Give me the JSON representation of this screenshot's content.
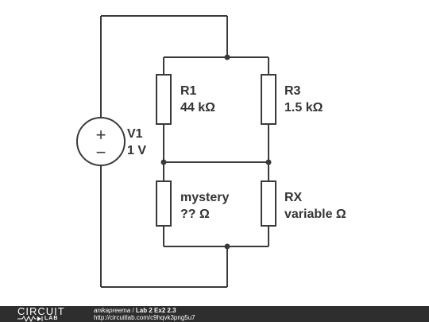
{
  "components": {
    "v1": {
      "name": "V1",
      "value": "1 V"
    },
    "r1": {
      "name": "R1",
      "value": "44 kΩ"
    },
    "r3": {
      "name": "R3",
      "value": "1.5 kΩ"
    },
    "mystery": {
      "name": "mystery",
      "value": "?? Ω"
    },
    "rx": {
      "name": "RX",
      "value": "variable Ω"
    }
  },
  "source_symbols": {
    "plus": "+",
    "minus": "−"
  },
  "footer": {
    "logo_top": "CIRCUIT",
    "logo_bottom": "LAB",
    "author": "anikapreema",
    "separator": " / ",
    "title": "Lab 2 Ex2 2.3",
    "url": "http://circuitlab.com/c9hqvk3png5u7"
  },
  "colors": {
    "wire": "#3a3a3a",
    "label": "#333333",
    "footer_background": "#2e2e2e",
    "background": "#ffffff"
  }
}
